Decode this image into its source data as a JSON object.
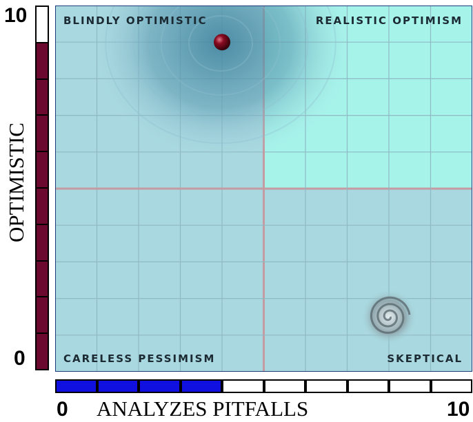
{
  "y_axis": {
    "label": "OPTIMISTIC",
    "min_label": "0",
    "max_label": "10",
    "level": 9,
    "segments": 10
  },
  "x_axis": {
    "label": "ANALYZES PITFALLS",
    "min_label": "0",
    "max_label": "10",
    "level": 4,
    "segments": 10
  },
  "quadrants": {
    "top_left": "BLINDLY OPTIMISTIC",
    "top_right": "REALISTIC OPTIMISM",
    "bottom_left": "CARELESS PESSIMISM",
    "bottom_right": "SKEPTICAL"
  },
  "highlighted_quadrant": "top_right",
  "markers": [
    {
      "name": "red-ball",
      "x": 4,
      "y": 9
    },
    {
      "name": "gray-swirl",
      "x": 8,
      "y": 1.5
    }
  ],
  "colors": {
    "y_fill": "#6b0a2e",
    "x_fill": "#1010e0",
    "meter_empty": "#ffffff",
    "chart_bg": "#a9d8e0",
    "highlight": "#a6f3ea",
    "grid": "#8fb9c4",
    "axis_line": "#c59aa0"
  }
}
